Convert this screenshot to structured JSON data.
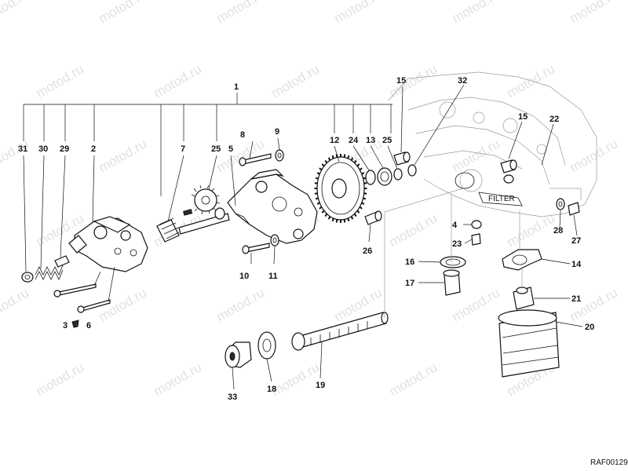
{
  "watermark": {
    "text": "motod.ru"
  },
  "reference": {
    "code": "RAF00129"
  },
  "callouts": [
    {
      "id": "c1",
      "label": "1"
    },
    {
      "id": "c2",
      "label": "2"
    },
    {
      "id": "c3",
      "label": "3"
    },
    {
      "id": "c4",
      "label": "4"
    },
    {
      "id": "c5",
      "label": "5"
    },
    {
      "id": "c6",
      "label": "6"
    },
    {
      "id": "c7",
      "label": "7"
    },
    {
      "id": "c8",
      "label": "8"
    },
    {
      "id": "c9",
      "label": "9"
    },
    {
      "id": "c10",
      "label": "10"
    },
    {
      "id": "c11",
      "label": "11"
    },
    {
      "id": "c12",
      "label": "12"
    },
    {
      "id": "c13",
      "label": "13"
    },
    {
      "id": "c14",
      "label": "14"
    },
    {
      "id": "c15a",
      "label": "15"
    },
    {
      "id": "c15b",
      "label": "15"
    },
    {
      "id": "c16",
      "label": "16"
    },
    {
      "id": "c17",
      "label": "17"
    },
    {
      "id": "c18",
      "label": "18"
    },
    {
      "id": "c19",
      "label": "19"
    },
    {
      "id": "c20",
      "label": "20"
    },
    {
      "id": "c21",
      "label": "21"
    },
    {
      "id": "c22",
      "label": "22"
    },
    {
      "id": "c23",
      "label": "23"
    },
    {
      "id": "c24",
      "label": "24"
    },
    {
      "id": "c25a",
      "label": "25"
    },
    {
      "id": "c25b",
      "label": "25"
    },
    {
      "id": "c26",
      "label": "26"
    },
    {
      "id": "c27",
      "label": "27"
    },
    {
      "id": "c28",
      "label": "28"
    },
    {
      "id": "c29",
      "label": "29"
    },
    {
      "id": "c30",
      "label": "30"
    },
    {
      "id": "c31",
      "label": "31"
    },
    {
      "id": "c32",
      "label": "32"
    },
    {
      "id": "c33",
      "label": "33"
    }
  ]
}
